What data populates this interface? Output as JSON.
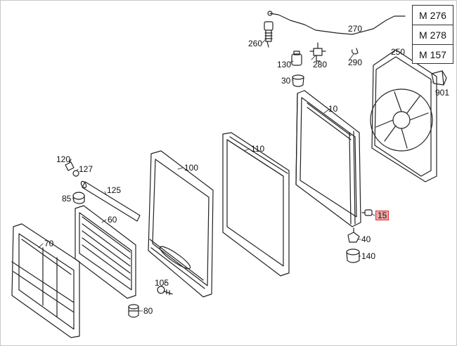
{
  "engine_codes": [
    "M 276",
    "M 278",
    "M 157"
  ],
  "parts": {
    "p270": "270",
    "p260": "260",
    "p250": "250",
    "p130": "130",
    "p280": "280",
    "p290": "290",
    "p30": "30",
    "p901": "901",
    "p10": "10",
    "p110": "110",
    "p100": "100",
    "p120": "120",
    "p127": "127",
    "p125": "125",
    "p85": "85",
    "p60": "60",
    "p70": "70",
    "p15": "15",
    "p40": "40",
    "p140": "140",
    "p105": "105",
    "p80": "80"
  },
  "colors": {
    "line": "#222222",
    "highlight_fill": "#f2a6a6",
    "highlight_border": "#dd3333"
  }
}
